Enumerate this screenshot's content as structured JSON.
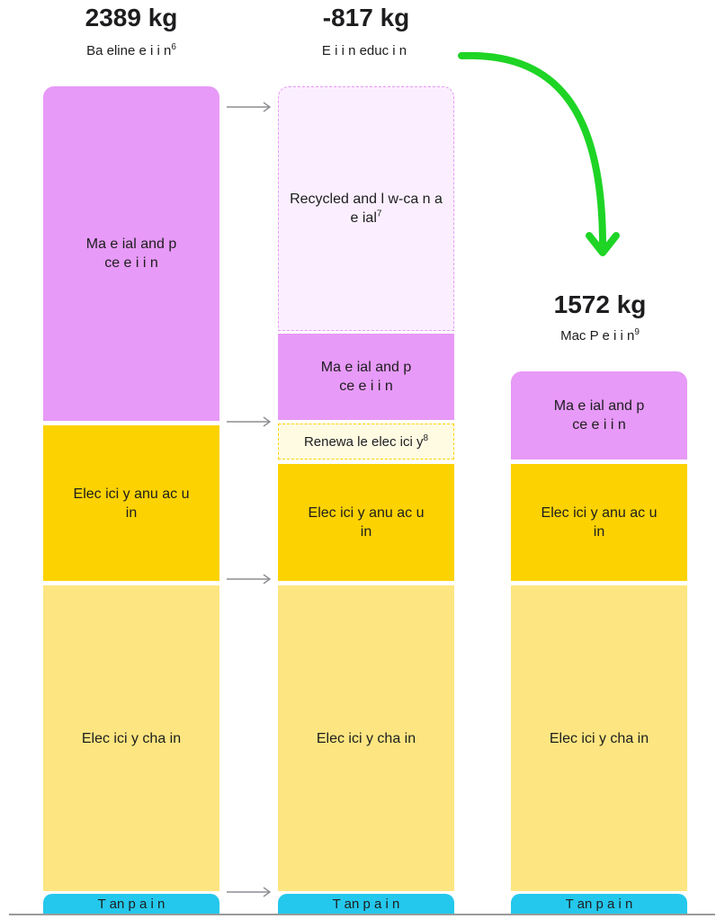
{
  "colors": {
    "materials": "#e79af7",
    "materials_light": "#fbefff",
    "electricity_manufacturing": "#fcd200",
    "electricity_charging": "#fde681",
    "transportation": "#24c8ec",
    "renewable": "#fffbe2",
    "arrow_green": "#1ed425",
    "connector_grey": "#8e8e93"
  },
  "columns": [
    {
      "id": "baseline",
      "value": "2389 kg",
      "label": "Ba eline e  i  i n",
      "footnote": "6",
      "segments": [
        {
          "key": "materials",
          "label": "Ma e ial and p  ce e  i  i n"
        },
        {
          "key": "electricity_manufacturing",
          "label": "Elec  ici y anu ac u in"
        },
        {
          "key": "electricity_charging",
          "label": "Elec  ici y  cha  in"
        },
        {
          "key": "transportation",
          "label": "T an p    a i n"
        }
      ]
    },
    {
      "id": "reductions",
      "value": "-817 kg",
      "label": "E  i  i n  educ i n",
      "footnote": "",
      "segments": [
        {
          "key": "recycled",
          "label": "Recycled and l w-ca   n  a e ial",
          "footnote": "7"
        },
        {
          "key": "materials",
          "label": "Ma e ial and p  ce e  i  i n"
        },
        {
          "key": "renewable",
          "label": "Renewa  le elec  ici y",
          "footnote": "8"
        },
        {
          "key": "electricity_manufacturing",
          "label": "Elec  ici y anu ac u in"
        },
        {
          "key": "electricity_charging",
          "label": "Elec  ici y  cha  in"
        },
        {
          "key": "transportation",
          "label": "T an p    a i n"
        }
      ]
    },
    {
      "id": "macpro",
      "value": "1572 kg",
      "label": "Mac P    e  i  i n",
      "footnote": "9",
      "segments": [
        {
          "key": "materials",
          "label": "Ma e ial and p  ce e  i  i n"
        },
        {
          "key": "electricity_manufacturing",
          "label": "Elec  ici y anu ac u in"
        },
        {
          "key": "electricity_charging",
          "label": "Elec  ici y  cha  in"
        },
        {
          "key": "transportation",
          "label": "T an p    a i n"
        }
      ]
    }
  ],
  "icons": {
    "connector": "arrow-right-icon",
    "flow": "curved-arrow-down-icon"
  }
}
